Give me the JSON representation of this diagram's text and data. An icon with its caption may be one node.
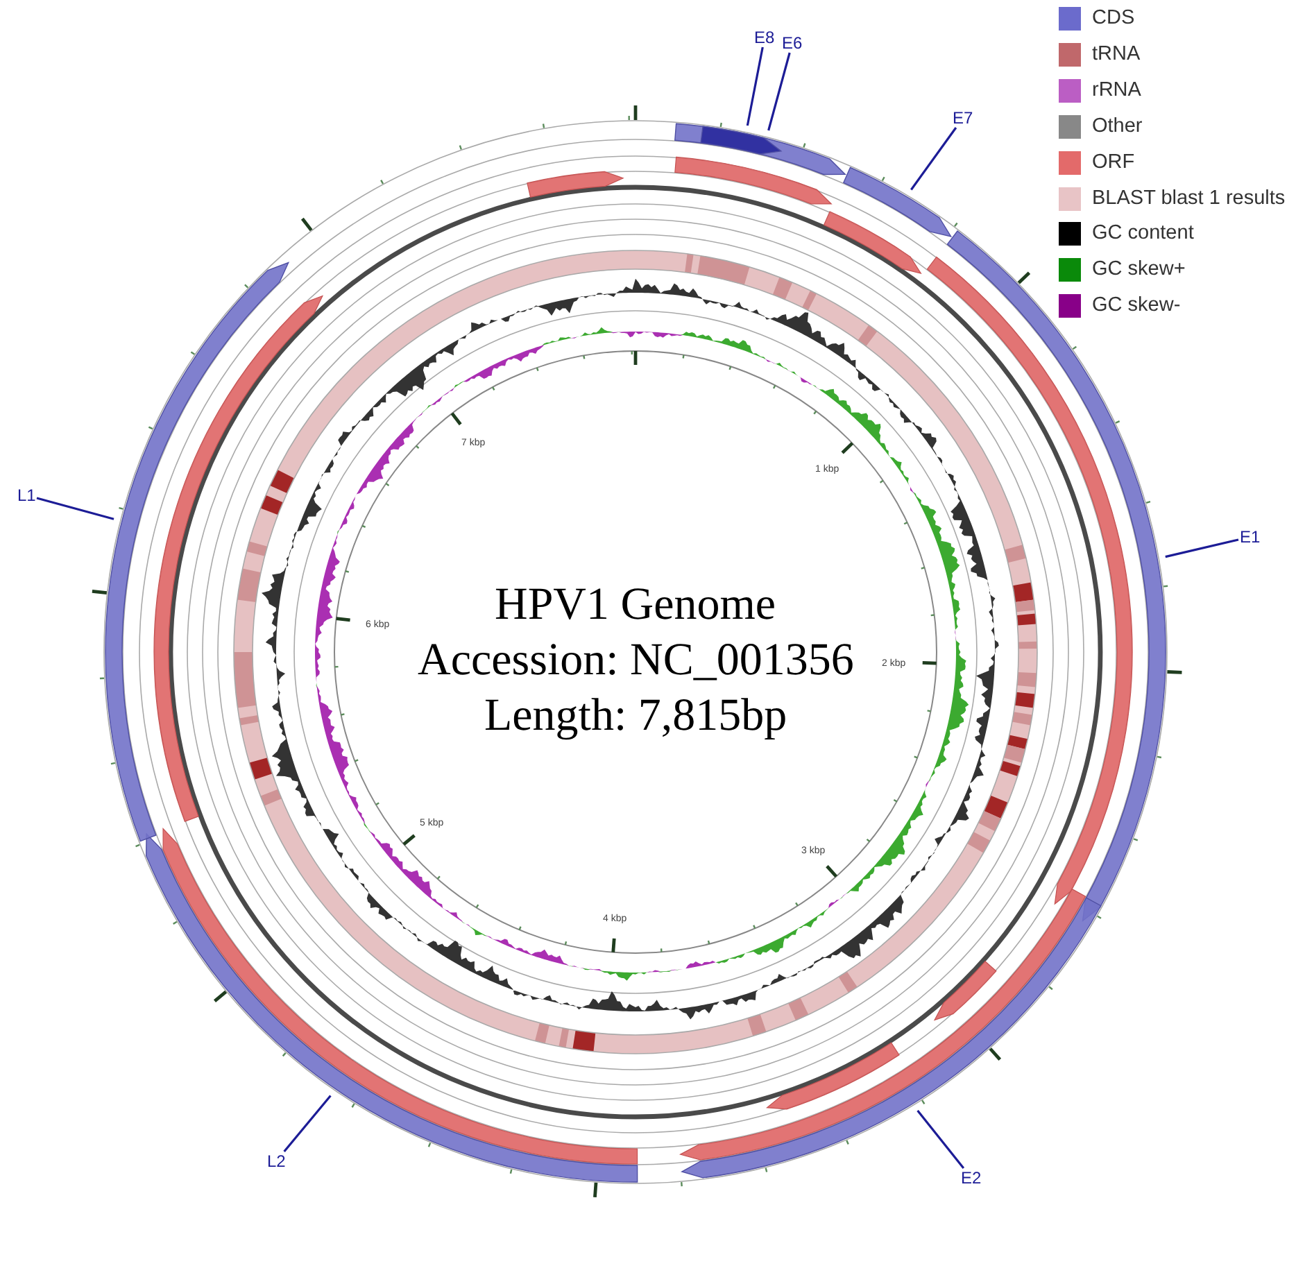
{
  "diagram": {
    "title": "HPV1 Genome",
    "nodes": [
      {
        "text": [
          "E8"
        ]
      },
      {
        "text": [
          "E6"
        ]
      },
      {
        "text": [
          "E7"
        ]
      },
      {
        "text": [
          "E1"
        ]
      },
      {
        "text": [
          "E2"
        ]
      },
      {
        "text": [
          "L2"
        ]
      },
      {
        "text": [
          "L1"
        ]
      },
      {
        "text": [],
        "shape": "arc"
      },
      {
        "text": [],
        "shape": "arc",
        "in": 7
      },
      {
        "text": [],
        "shape": "arc"
      },
      {
        "text": [],
        "shape": "arc"
      },
      {
        "text": [],
        "shape": "arc"
      },
      {
        "text": [],
        "shape": "arc"
      },
      {
        "text": [],
        "shape": "arc"
      }
    ],
    "edges": [
      {
        "from": 0,
        "to": 8,
        "arrow": "none"
      },
      {
        "from": 1,
        "to": 7,
        "arrow": "none"
      },
      {
        "from": 2,
        "to": 9,
        "arrow": "none"
      },
      {
        "from": 3,
        "to": 10,
        "arrow": "none"
      },
      {
        "from": 4,
        "to": 11,
        "arrow": "none"
      },
      {
        "from": 5,
        "to": 12,
        "arrow": "none"
      },
      {
        "from": 6,
        "to": 13,
        "arrow": "none"
      }
    ],
    "labels": [
      "Accession: NC_001356",
      "Length: 7,815bp",
      "1 kbp",
      "2 kbp",
      "3 kbp",
      "4 kbp",
      "5 kbp",
      "6 kbp",
      "7 kbp"
    ],
    "legend": [
      {
        "text": "CDS",
        "color": "#6b6bcc"
      },
      {
        "text": "tRNA",
        "color": "#c0686b"
      },
      {
        "text": "rRNA",
        "color": "#bb5ec4"
      },
      {
        "text": "Other",
        "color": "#888888"
      },
      {
        "text": "ORF",
        "color": "#e36a6a"
      },
      {
        "text": "BLAST blast 1 results",
        "color": "#e8c4c6"
      },
      {
        "text": "GC content",
        "color": "#000000"
      },
      {
        "text": "GC skew+",
        "color": "#0a8a0a"
      },
      {
        "text": "GC skew-",
        "color": "#880088"
      }
    ]
  }
}
